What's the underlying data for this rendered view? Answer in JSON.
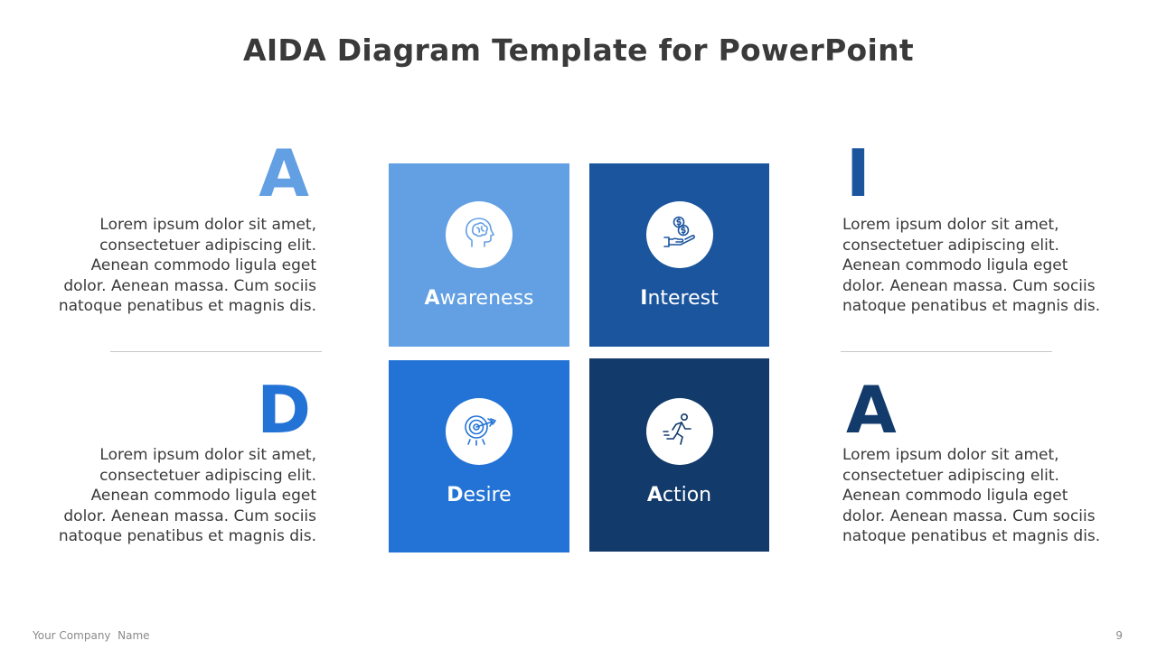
{
  "title": "AIDA Diagram Template for PowerPoint",
  "colors": {
    "awareness": "#629FE3",
    "interest": "#1B559E",
    "desire": "#2373D6",
    "action": "#123A6B",
    "text": "#3A3A3A",
    "divider": "#C8C8C8"
  },
  "letters": {
    "awareness": "A",
    "interest": "I",
    "desire": "D",
    "action": "A"
  },
  "descriptions": {
    "awareness": "Lorem ipsum dolor sit amet, consectetuer adipiscing elit.  Aenean commodo ligula eget dolor. Aenean massa. Cum sociis natoque penatibus et magnis dis.",
    "interest": "Lorem ipsum dolor sit amet, consectetuer adipiscing elit.  Aenean commodo ligula eget dolor. Aenean massa. Cum sociis natoque penatibus et magnis dis.",
    "desire": "Lorem ipsum dolor sit amet, consectetuer adipiscing elit.  Aenean commodo ligula eget dolor. Aenean massa. Cum sociis natoque penatibus et magnis dis.",
    "action": "Lorem ipsum dolor sit amet, consectetuer adipiscing elit.  Aenean commodo ligula eget dolor. Aenean massa. Cum sociis natoque penatibus et magnis dis."
  },
  "boxes": {
    "awareness": {
      "initial": "A",
      "rest": "wareness",
      "icon": "brain-head-icon"
    },
    "interest": {
      "initial": "I",
      "rest": "nterest",
      "icon": "hand-coins-icon"
    },
    "desire": {
      "initial": "D",
      "rest": "esire",
      "icon": "target-arrow-icon"
    },
    "action": {
      "initial": "A",
      "rest": "ction",
      "icon": "running-person-icon"
    }
  },
  "footer": {
    "company": "Your Company  Name",
    "page_number": "9"
  }
}
